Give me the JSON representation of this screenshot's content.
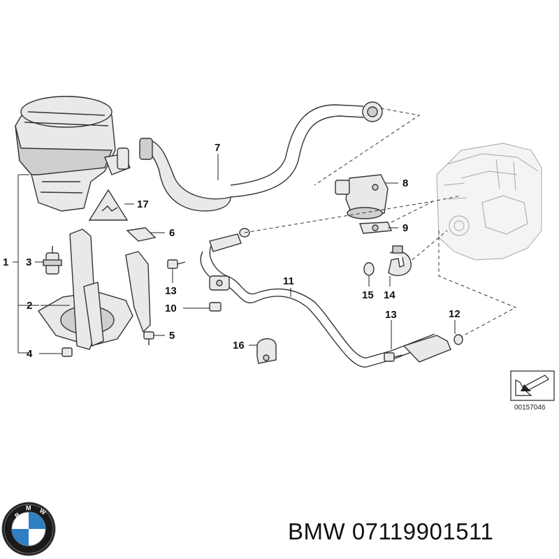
{
  "callouts": {
    "c1": "1",
    "c2": "2",
    "c3": "3",
    "c4": "4",
    "c5": "5",
    "c6": "6",
    "c7": "7",
    "c8": "8",
    "c9": "9",
    "c10": "10",
    "c11": "11",
    "c12": "12",
    "c13a": "13",
    "c13b": "13",
    "c14": "14",
    "c15": "15",
    "c16": "16",
    "c17": "17"
  },
  "diagram_code": "00157046",
  "brand": {
    "caption": "BMW 07119901511",
    "logo_letters": "BMW"
  },
  "colors": {
    "logo_blue": "#2e7fc4",
    "logo_ring": "#1a1a1a"
  }
}
